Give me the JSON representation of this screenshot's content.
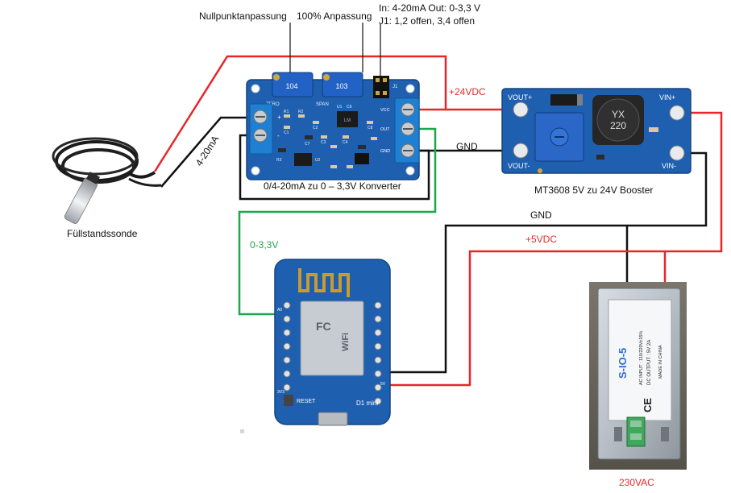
{
  "labels": {
    "zero_adjust": "Nullpunktanpassung",
    "span_adjust": "100% Anpassung",
    "io_spec_line1": "In: 4-20mA Out: 0-3,3 V",
    "io_spec_line2": "J1: 1,2 offen, 3,4 offen",
    "plus24": "+24VDC",
    "gnd_top": "GND",
    "current_loop": "4-20mA",
    "converter_caption": "0/4-20mA zu 0 – 3,3V Konverter",
    "booster_caption": "MT3608 5V zu 24V Booster",
    "gnd_mid": "GND",
    "plus5": "+5VDC",
    "signal_voltage": "0-3,3V",
    "sensor_caption": "Füllstandssonde",
    "mains": "230VAC"
  },
  "converter_board": {
    "pot_zero": "ZERO",
    "pot_span": "SPAN",
    "pot_zero_code": "104",
    "pot_span_code": "103",
    "jumper": "J1",
    "chip": "LM",
    "pins_left": [
      "+",
      "-"
    ],
    "pins_right": [
      "VCC",
      "OUT",
      "GND"
    ],
    "components": [
      "R1",
      "R2",
      "R3",
      "C1",
      "C2",
      "C3",
      "C4",
      "C7",
      "C8",
      "C9",
      "U1",
      "U2"
    ]
  },
  "booster_board": {
    "pad_vout_plus": "VOUT+",
    "pad_vout_minus": "VOUT-",
    "pad_vin_plus": "VIN+",
    "pad_vin_minus": "VIN-",
    "inductor_line1": "YX",
    "inductor_line2": "220"
  },
  "wemos_board": {
    "module_mark": "FC",
    "wifi_mark": "WiFi",
    "board_name": "D1 mini",
    "reset_label": "RESET",
    "pin_a0": "A0",
    "pin_3v3": "3V3",
    "pin_5v": "5V"
  },
  "power_supply": {
    "model": "S-IO-5",
    "ac_input": "AC INPUT : 110/220V±15%",
    "dc_output": "DC OUTPUT : 5V  2A",
    "origin": "MADE IN CHINA",
    "ce_mark": "CE"
  },
  "colors": {
    "wire_positive": "#e8262a",
    "wire_ground": "#111111",
    "wire_signal": "#1fa64a",
    "pcb_blue": "#1f5fb0",
    "terminal_blue": "#1f7fd2",
    "label_red": "#e52b2b",
    "label_green": "#1fa64a"
  }
}
